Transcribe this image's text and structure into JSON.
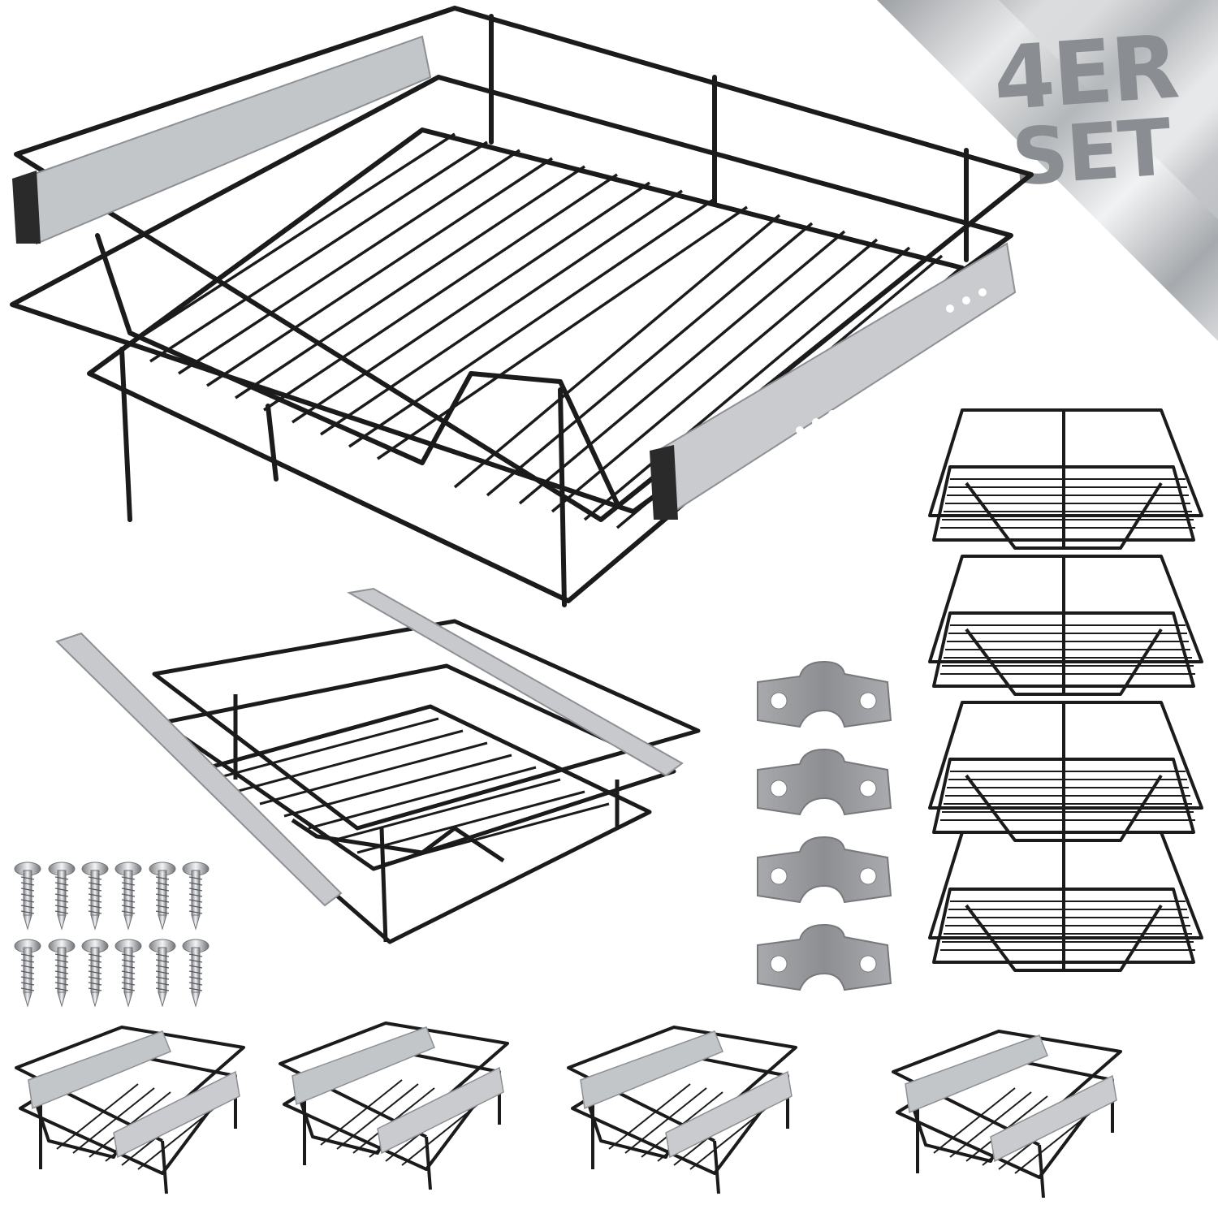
{
  "banner": {
    "line1": "4ER",
    "line2": "SET",
    "text_color": "#8a8d91",
    "background": "silver-gradient"
  },
  "product": {
    "wire_color": "#1b1b1b",
    "rail_color": "#b9bcc0",
    "bracket_color": "#9a9ca0",
    "components": [
      {
        "name": "main-basket-large",
        "count": 1
      },
      {
        "name": "basket-with-rails-extended",
        "count": 1
      },
      {
        "name": "stacked-baskets",
        "count": 4
      },
      {
        "name": "mounting-brackets",
        "count": 4
      },
      {
        "name": "screws",
        "count": 12
      },
      {
        "name": "basket-variants-bottom-row",
        "count": 4
      }
    ]
  }
}
